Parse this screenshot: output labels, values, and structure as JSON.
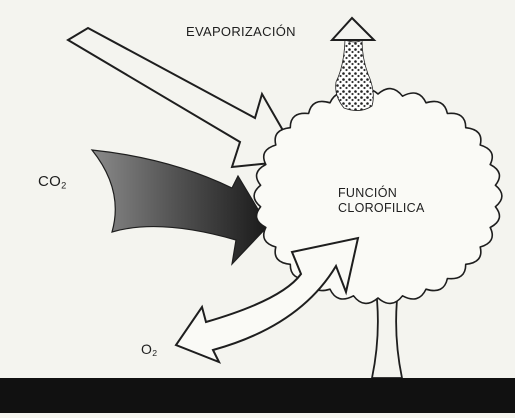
{
  "labels": {
    "evaporation": "EVAPORIZACIÓN",
    "co2": "CO",
    "co2_sub": "2",
    "o2": "O",
    "o2_sub": "2",
    "chlorophyll_line1": "FUNCIÓN",
    "chlorophyll_line2": "CLOROFILICA"
  },
  "colors": {
    "background": "#f4f4ef",
    "ink": "#1e1e1e",
    "ground": "#111111"
  }
}
